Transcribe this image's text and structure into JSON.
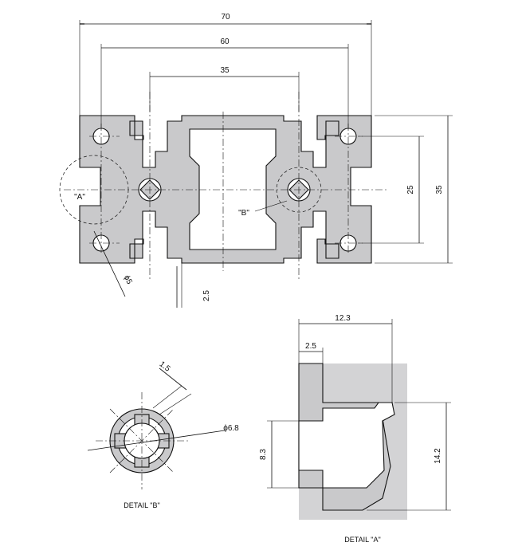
{
  "main_view": {
    "dimensions": {
      "overall_width": "70",
      "hole_spacing": "60",
      "inner_width": "35",
      "hole_vertical_spacing": "25",
      "overall_height": "35",
      "wall_thickness": "2.5",
      "hole_diameter": "ϕ5"
    },
    "labels": {
      "detail_a_ref": "\"A\"",
      "detail_b_ref": "\"B\""
    }
  },
  "detail_b": {
    "dimensions": {
      "slot_width": "1.5",
      "bore_diameter": "ϕ6.8"
    },
    "caption": "DETAIL \"B\""
  },
  "detail_a": {
    "dimensions": {
      "width": "12.3",
      "lip_thickness": "2.5",
      "opening": "8.3",
      "height": "14.2"
    },
    "caption": "DETAIL \"A\""
  },
  "colors": {
    "profile_fill": "#c9c9cb",
    "line": "#111111",
    "background": "#ffffff"
  }
}
